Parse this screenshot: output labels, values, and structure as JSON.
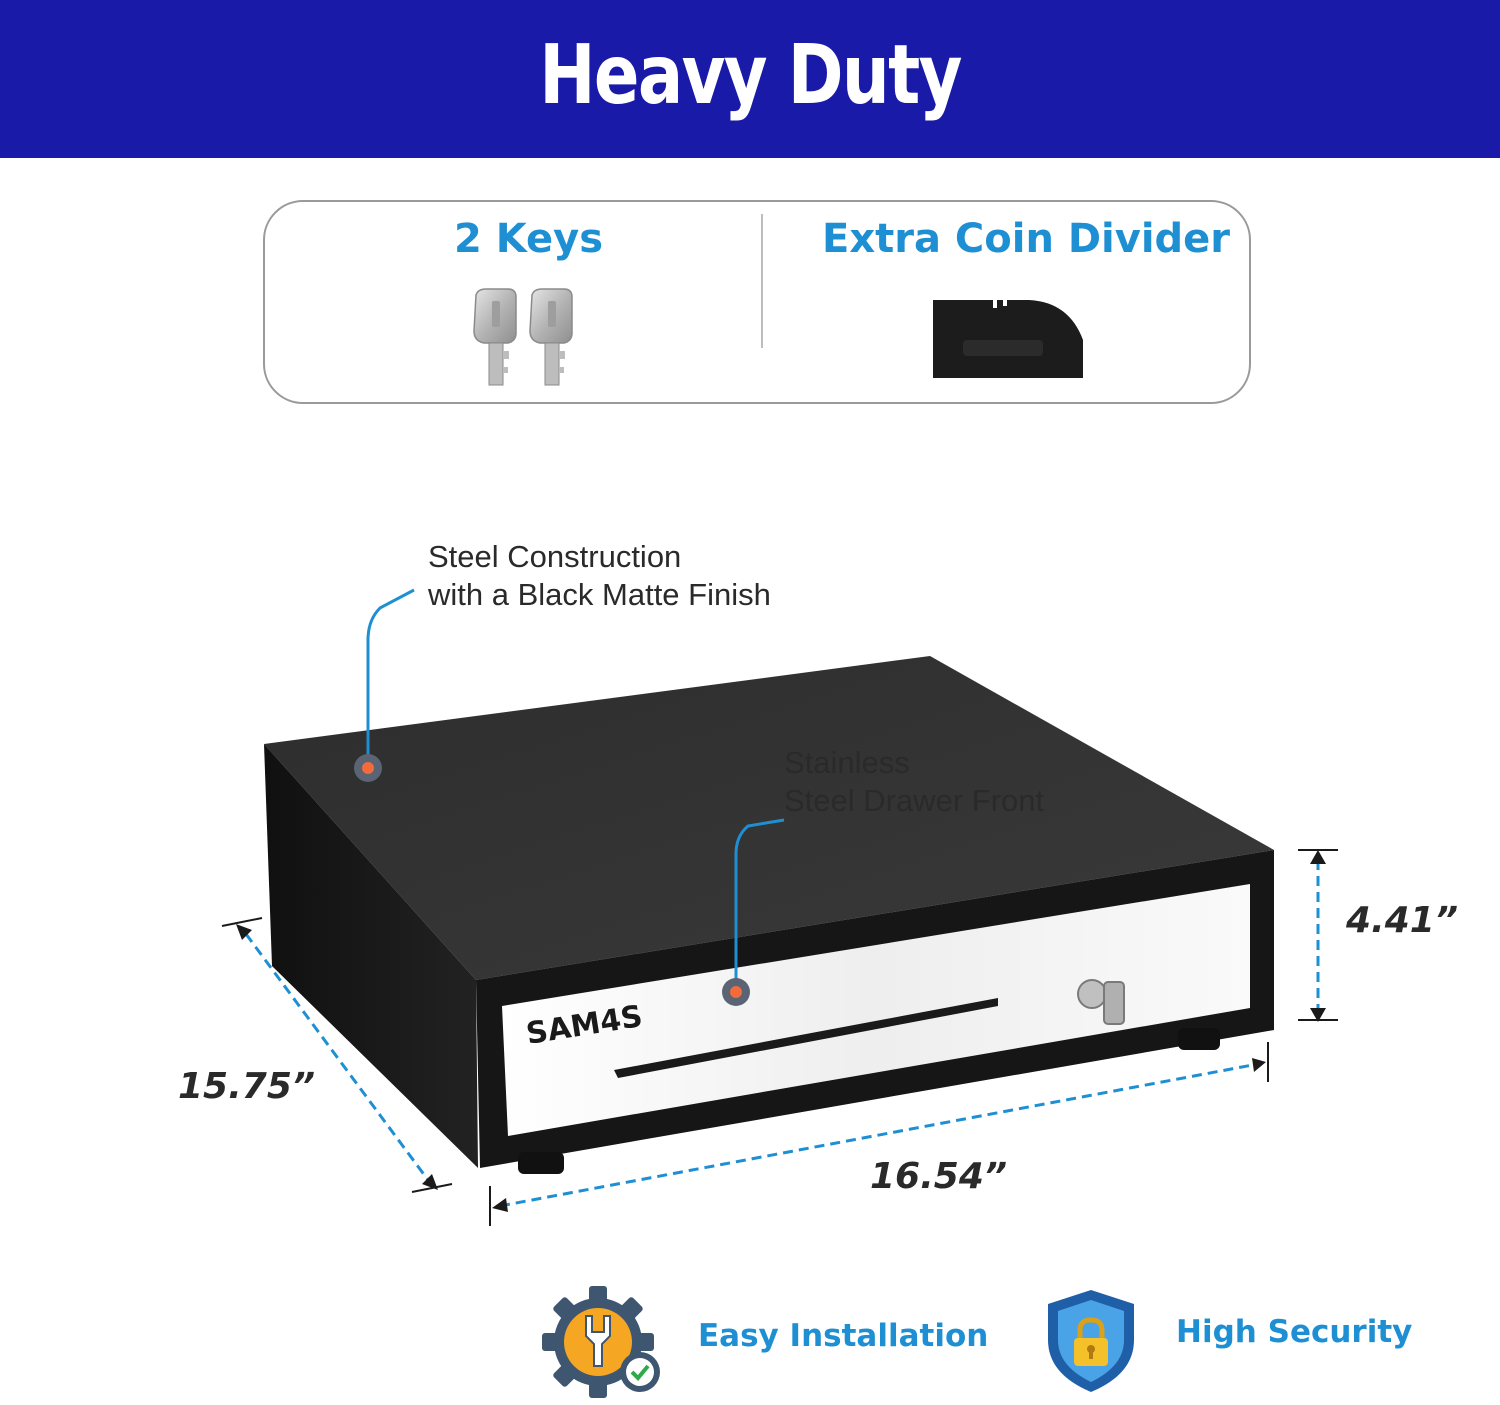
{
  "banner": {
    "title": "Heavy Duty",
    "color": "#1a1aa8"
  },
  "accessories": {
    "keys": {
      "label": "2 Keys",
      "icon": "keys-icon"
    },
    "coin_divider": {
      "label": "Extra Coin Divider",
      "icon": "coin-divider-icon"
    }
  },
  "product": {
    "brand": "SAM4S",
    "callouts": {
      "body_line1": "Steel Construction",
      "body_line2": "with a Black Matte Finish",
      "front_line1": "Stainless",
      "front_line2": "Steel Drawer Front"
    },
    "dimensions": {
      "height": "4.41”",
      "depth": "15.75”",
      "width": "16.54”"
    }
  },
  "features": {
    "installation": {
      "label": "Easy Installation",
      "icon": "gear-wrench-check-icon"
    },
    "security": {
      "label": "High Security",
      "icon": "shield-lock-icon"
    }
  },
  "colors": {
    "accent": "#1f8fd3",
    "marker": "#f26b3a"
  }
}
